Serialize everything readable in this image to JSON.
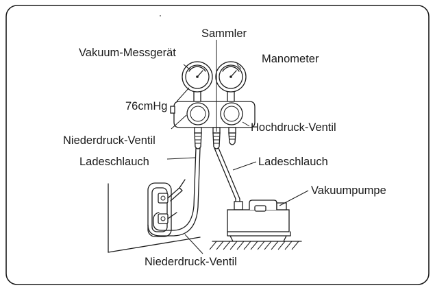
{
  "labels": {
    "sammler": "Sammler",
    "vakuum_messgeraet": "Vakuum-Messgerät",
    "manometer": "Manometer",
    "vacuum_reading": "76cmHg",
    "hochdruck_ventil": "Hochdruck-Ventil",
    "niederdruck_ventil_top": "Niederdruck-Ventil",
    "ladeschlauch_left": "Ladeschlauch",
    "ladeschlauch_right": "Ladeschlauch",
    "vakuumpumpe": "Vakuumpumpe",
    "niederdruck_ventil_bottom": "Niederdruck-Ventil"
  },
  "icons": {
    "left_gauge": "vacuum-gauge-icon",
    "right_gauge": "pressure-gauge-icon",
    "manifold": "manifold-icon",
    "pump": "vacuum-pump-icon",
    "unit_service_port": "service-valve-icon"
  }
}
